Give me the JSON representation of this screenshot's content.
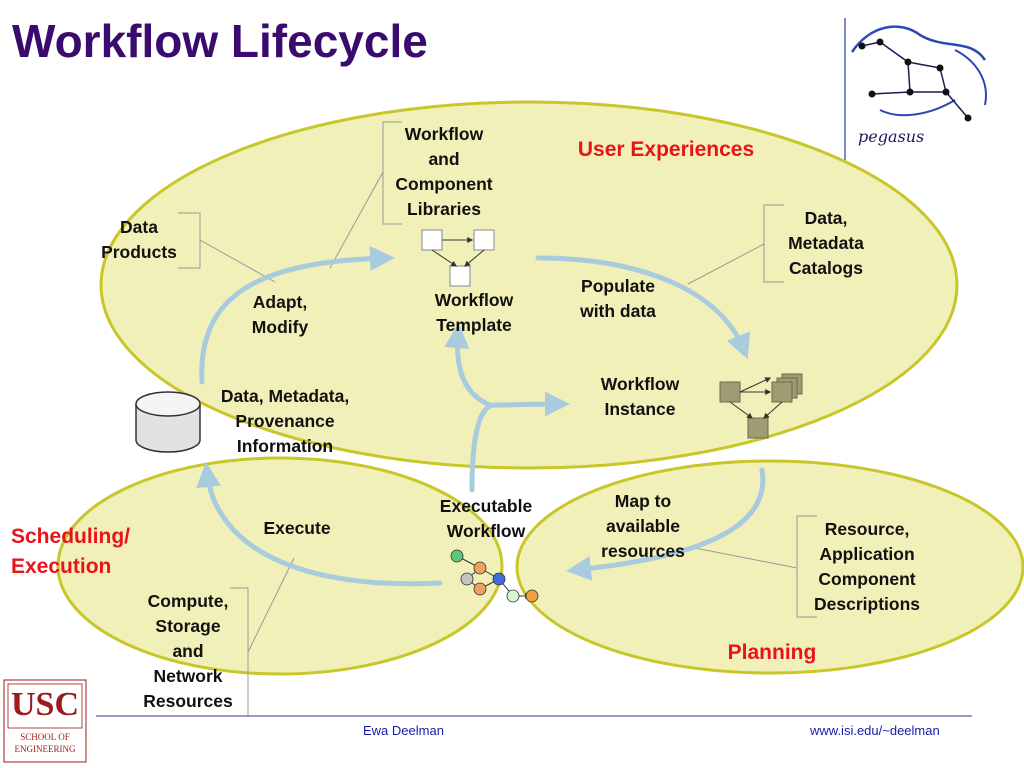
{
  "title": "Workflow Lifecycle",
  "regions": {
    "user_experiences": "User Experiences",
    "scheduling": [
      "Scheduling/",
      "Execution"
    ],
    "planning": "Planning"
  },
  "labels": {
    "workflow_libraries": [
      "Workflow",
      "and",
      "Component",
      "Libraries"
    ],
    "data_products": [
      "Data",
      "Products"
    ],
    "data_catalogs": [
      "Data,",
      "Metadata",
      "Catalogs"
    ],
    "adapt_modify": [
      "Adapt,",
      "Modify"
    ],
    "workflow_template": [
      "Workflow",
      "Template"
    ],
    "populate": [
      "Populate",
      "with data"
    ],
    "workflow_instance": [
      "Workflow",
      "Instance"
    ],
    "provenance": [
      "Data, Metadata,",
      "Provenance",
      "Information"
    ],
    "executable_workflow": [
      "Executable",
      "Workflow"
    ],
    "map_resources": [
      "Map to",
      "available",
      "resources"
    ],
    "execute": "Execute",
    "compute_resources": [
      "Compute,",
      "Storage",
      "and",
      "Network",
      "Resources"
    ],
    "resource_descriptions": [
      "Resource,",
      "Application",
      "Component",
      "Descriptions"
    ]
  },
  "logos": {
    "pegasus": "pegasus",
    "usc": "USC",
    "usc_school": [
      "SCHOOL OF",
      "ENGINEERING"
    ]
  },
  "footer": {
    "author": "Ewa Deelman",
    "url": "www.isi.edu/~deelman"
  },
  "colors": {
    "title": "#3b0a6e",
    "ellipse_fill": "#f1f0b8",
    "ellipse_stroke": "#c9c62a",
    "arrow": "#a8ccde",
    "region_label": "#e8131b",
    "footer_text": "#1a1aa8"
  }
}
